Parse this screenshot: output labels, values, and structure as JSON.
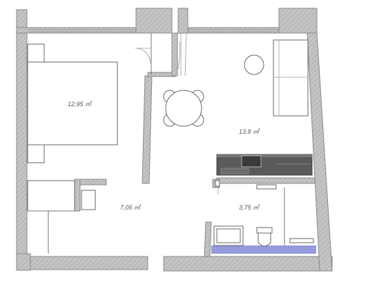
{
  "rooms": {
    "bedroom": {
      "area": "12,95 ㎡"
    },
    "living": {
      "area": "13,8 ㎡"
    },
    "hall": {
      "area": "7,05 ㎡"
    },
    "bathroom": {
      "area": "3,75 ㎡"
    }
  },
  "colors": {
    "wall_fill": "#bdbdbd",
    "wall_hatch": "#9e9e9e",
    "kitchen_counter": "#5a5a5a",
    "bath_tile": "#8a8fd6"
  }
}
